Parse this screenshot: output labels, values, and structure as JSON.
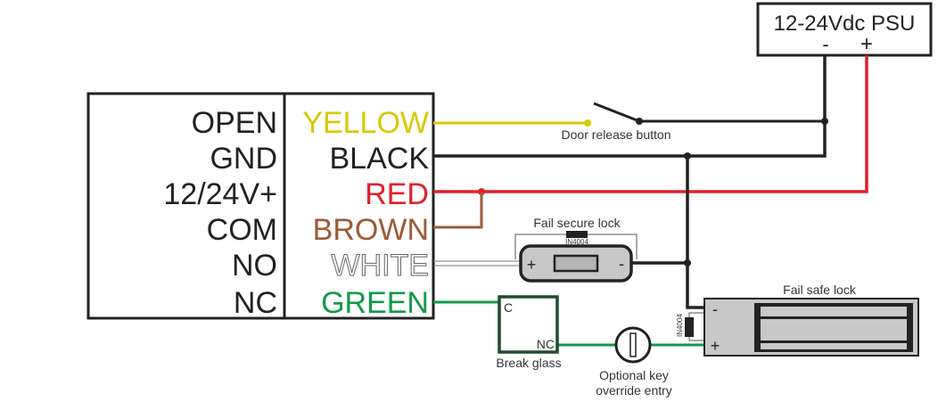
{
  "psu": {
    "title": "12-24Vdc PSU",
    "minus": "-",
    "plus": "+"
  },
  "controller": {
    "terminals": [
      "OPEN",
      "GND",
      "12/24V+",
      "COM",
      "NO",
      "NC"
    ],
    "wires": [
      {
        "label": "YELLOW",
        "color": "#d8c800"
      },
      {
        "label": "BLACK",
        "color": "#222222"
      },
      {
        "label": "RED",
        "color": "#e0202a"
      },
      {
        "label": "BROWN",
        "color": "#9a5a35"
      },
      {
        "label": "WHITE",
        "color": "#ffffff"
      },
      {
        "label": "GREEN",
        "color": "#0f9a4a"
      }
    ]
  },
  "door_release": {
    "label": "Door release button"
  },
  "fail_secure": {
    "label": "Fail secure lock",
    "diode": "IN4004",
    "plus": "+",
    "minus": "-"
  },
  "fail_safe": {
    "label": "Fail safe lock",
    "diode": "IN4004",
    "plus": "+",
    "minus": "-"
  },
  "break_glass": {
    "label": "Break glass",
    "c": "C",
    "nc": "NC"
  },
  "key_override": {
    "line1": "Optional key",
    "line2": "override entry"
  },
  "colors": {
    "black": "#222222",
    "red": "#e0202a",
    "yellow": "#d8c800",
    "brown": "#9a5a35",
    "green": "#0f9a4a",
    "lock_fill": "#c8c8c8",
    "dark_green": "#1e4d2b"
  }
}
